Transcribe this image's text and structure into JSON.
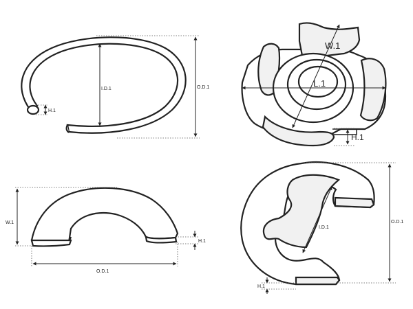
{
  "labels": {
    "ring_id": "I.D.1",
    "ring_od": "O.D.1",
    "ring_h": "H.1",
    "star_w": "W.1",
    "star_l": "L.1",
    "star_h": "H.1",
    "arch_w": "W.1",
    "arch_h": "H.1",
    "arch_od": "O.D.1",
    "clip_id": "I.D.1",
    "clip_od": "O.D.1",
    "clip_h": "H.1"
  }
}
